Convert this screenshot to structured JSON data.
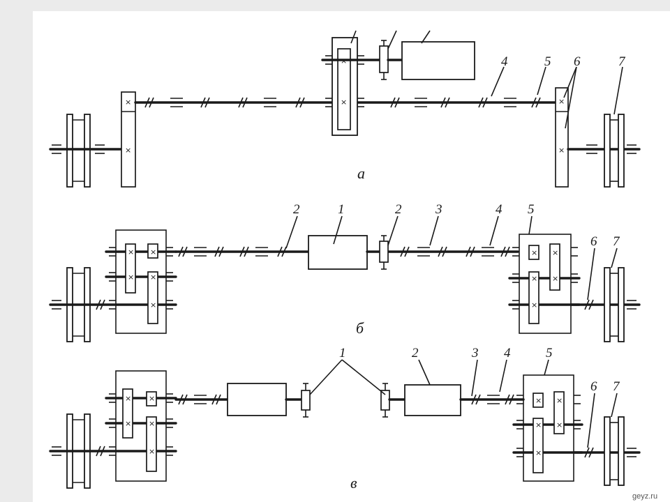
{
  "diagram": {
    "variant_a": {
      "label": "а",
      "callouts": [
        "4",
        "5",
        "6",
        "7"
      ]
    },
    "variant_b": {
      "label": "б",
      "callouts": [
        "2",
        "1",
        "2",
        "3",
        "4",
        "5",
        "6",
        "7"
      ]
    },
    "variant_v": {
      "label": "в",
      "callouts": [
        "1",
        "2",
        "3",
        "4",
        "5",
        "6",
        "7"
      ]
    },
    "gear_mark": "×"
  },
  "watermark": "geyz.ru",
  "colors": {
    "ink": "#1a1a1a",
    "paper": "#ffffff",
    "background": "#ebebeb"
  }
}
